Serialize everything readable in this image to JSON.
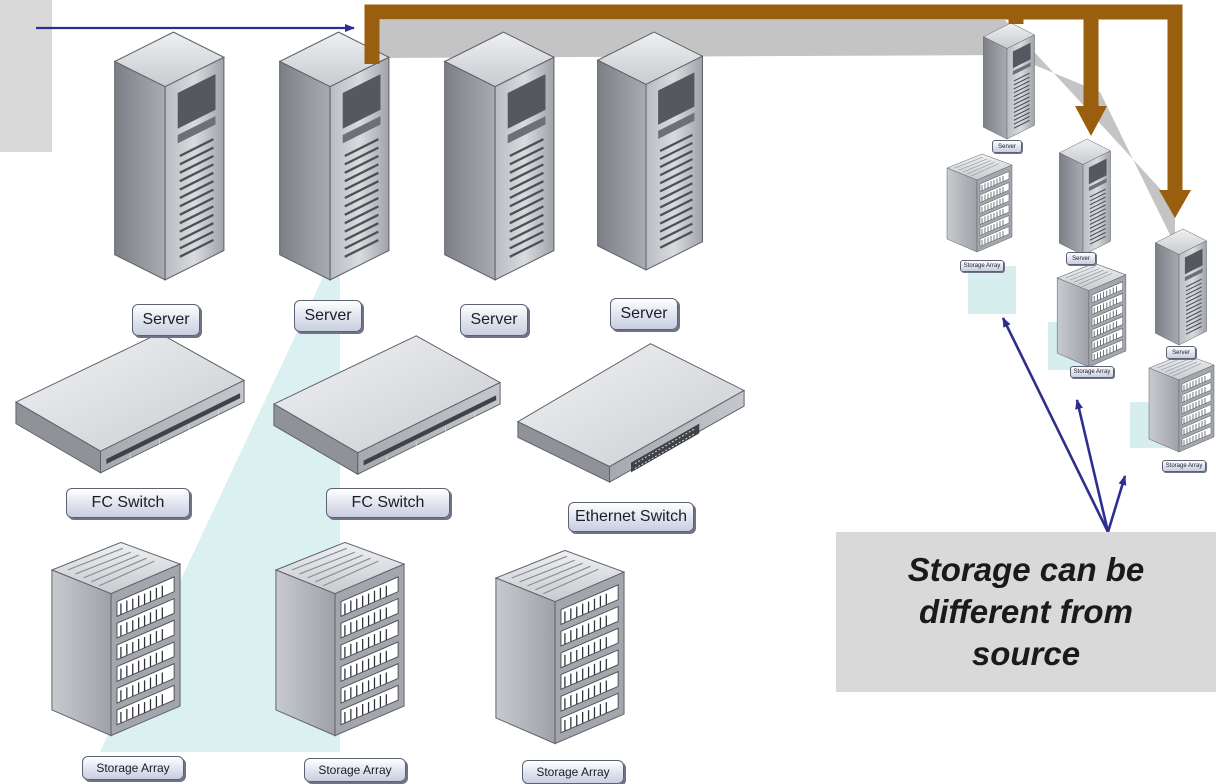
{
  "labels": {
    "server": "Server",
    "fc_switch": "FC Switch",
    "ethernet_switch": "Ethernet Switch",
    "storage_array": "Storage Array"
  },
  "callout": {
    "text": "Storage can be\ndifferent from\nsource"
  },
  "colors": {
    "migration_arrow": "#9a5e0f",
    "pointer_arrow": "#2e2e8f",
    "gray_band": "#c4c4c4",
    "zone_fill": "#dbf0f0",
    "callout_bg": "#d9d9d9"
  }
}
